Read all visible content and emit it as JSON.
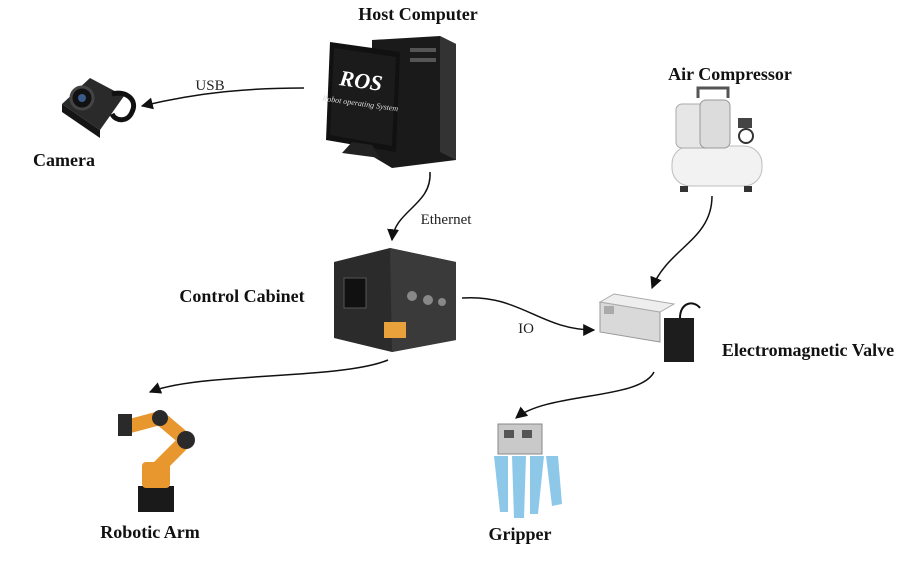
{
  "nodes": {
    "host_computer": {
      "label": "Host Computer",
      "screen_title": "ROS",
      "screen_subtitle": "Robot operating System"
    },
    "camera": {
      "label": "Camera"
    },
    "air_compressor": {
      "label": "Air Compressor"
    },
    "control_cabinet": {
      "label": "Control Cabinet"
    },
    "electromagnetic_valve": {
      "label": "Electromagnetic Valve"
    },
    "robotic_arm": {
      "label": "Robotic Arm"
    },
    "gripper": {
      "label": "Gripper"
    }
  },
  "edges": {
    "usb": {
      "label": "USB",
      "from": "Host Computer",
      "to": "Camera"
    },
    "ethernet": {
      "label": "Ethernet",
      "from": "Host Computer",
      "to": "Control Cabinet"
    },
    "io": {
      "label": "IO",
      "from": "Control Cabinet",
      "to": "Electromagnetic Valve"
    },
    "air": {
      "label": "",
      "from": "Air Compressor",
      "to": "Electromagnetic Valve"
    },
    "arm": {
      "label": "",
      "from": "Control Cabinet",
      "to": "Robotic Arm"
    },
    "grip": {
      "label": "",
      "from": "Electromagnetic Valve",
      "to": "Gripper"
    }
  },
  "colors": {
    "arm_orange": "#e8962e",
    "gripper_blue": "#8ec8e8",
    "cabinet": "#2b2b2b",
    "line": "#111111"
  }
}
